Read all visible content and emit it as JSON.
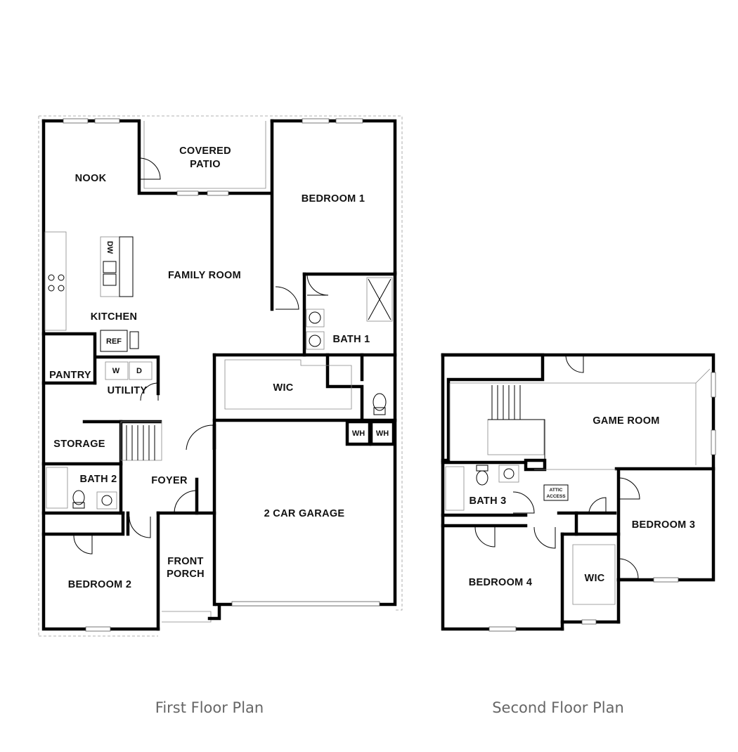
{
  "first_floor": {
    "caption": "First Floor Plan",
    "rooms": {
      "covered_patio_1": "COVERED",
      "covered_patio_2": "PATIO",
      "nook": "NOOK",
      "bedroom_1": "BEDROOM 1",
      "family_room": "FAMILY ROOM",
      "kitchen": "KITCHEN",
      "bath_1": "BATH 1",
      "pantry": "PANTRY",
      "utility": "UTILITY",
      "wic": "WIC",
      "storage": "STORAGE",
      "bath_2": "BATH 2",
      "foyer": "FOYER",
      "garage": "2 CAR GARAGE",
      "front_porch_1": "FRONT",
      "front_porch_2": "PORCH",
      "bedroom_2": "BEDROOM 2"
    },
    "fixtures": {
      "dishwasher": "DW",
      "refrigerator": "REF",
      "washer": "W",
      "dryer": "D",
      "water_heater_1": "WH",
      "water_heater_2": "WH"
    }
  },
  "second_floor": {
    "caption": "Second Floor Plan",
    "rooms": {
      "game_room": "GAME ROOM",
      "bath_3": "BATH 3",
      "attic_1": "ATTIC",
      "attic_2": "ACCESS",
      "bedroom_3": "BEDROOM 3",
      "wic": "WIC",
      "bedroom_4": "BEDROOM 4"
    }
  }
}
